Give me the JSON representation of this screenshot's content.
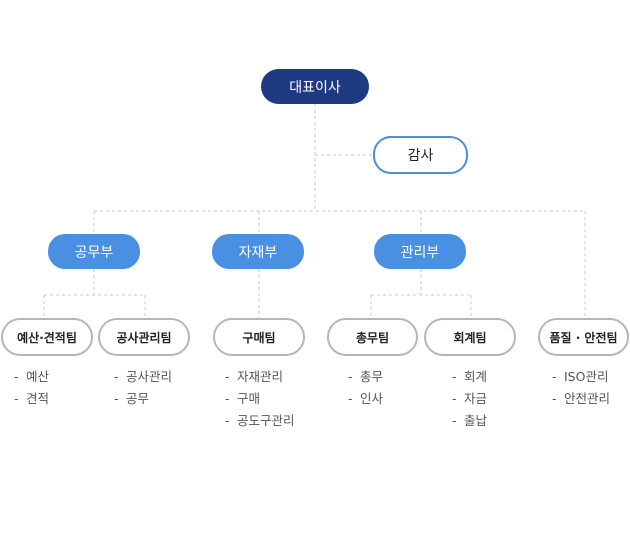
{
  "chart": {
    "ceo": "대표이사",
    "audit": "감사",
    "departments": [
      "공무부",
      "자재부",
      "관리부"
    ],
    "teams": [
      {
        "name": "예산·견적팀",
        "duties": [
          "예산",
          "견적"
        ]
      },
      {
        "name": "공사관리팀",
        "duties": [
          "공사관리",
          "공무"
        ]
      },
      {
        "name": "구매팀",
        "duties": [
          "자재관리",
          "구매",
          "공도구관리"
        ]
      },
      {
        "name": "총무팀",
        "duties": [
          "총무",
          "인사"
        ]
      },
      {
        "name": "회계팀",
        "duties": [
          "회계",
          "자금",
          "출납"
        ]
      },
      {
        "name": "품질 · 안전팀",
        "duties": [
          "ISO관리",
          "안전관리"
        ]
      }
    ]
  },
  "colors": {
    "ceo": "#1e3a82",
    "audit_border": "#4a8fd8",
    "department": "#4a90e2",
    "team_border": "#b5b5bf",
    "connector": "#c8c8c8"
  }
}
